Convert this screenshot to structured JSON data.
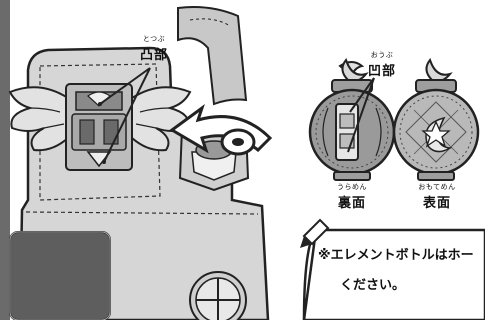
{
  "labels": {
    "convex_ruby": "とつぶ",
    "convex": "凸部",
    "concave_ruby": "おうぶ",
    "concave": "凹部",
    "back_ruby": "うらめん",
    "back": "裏面",
    "front_ruby": "おもてめん",
    "front": "表面"
  },
  "note": {
    "line1": "※エレメントボトルはホー",
    "line2": "ください。"
  },
  "colors": {
    "outline": "#222222",
    "device_light": "#dcdcdc",
    "device_mid": "#b8b8b8",
    "device_dark": "#6a6a6a",
    "screen": "#5e5e5e",
    "bottle": "#8c8c8c"
  }
}
